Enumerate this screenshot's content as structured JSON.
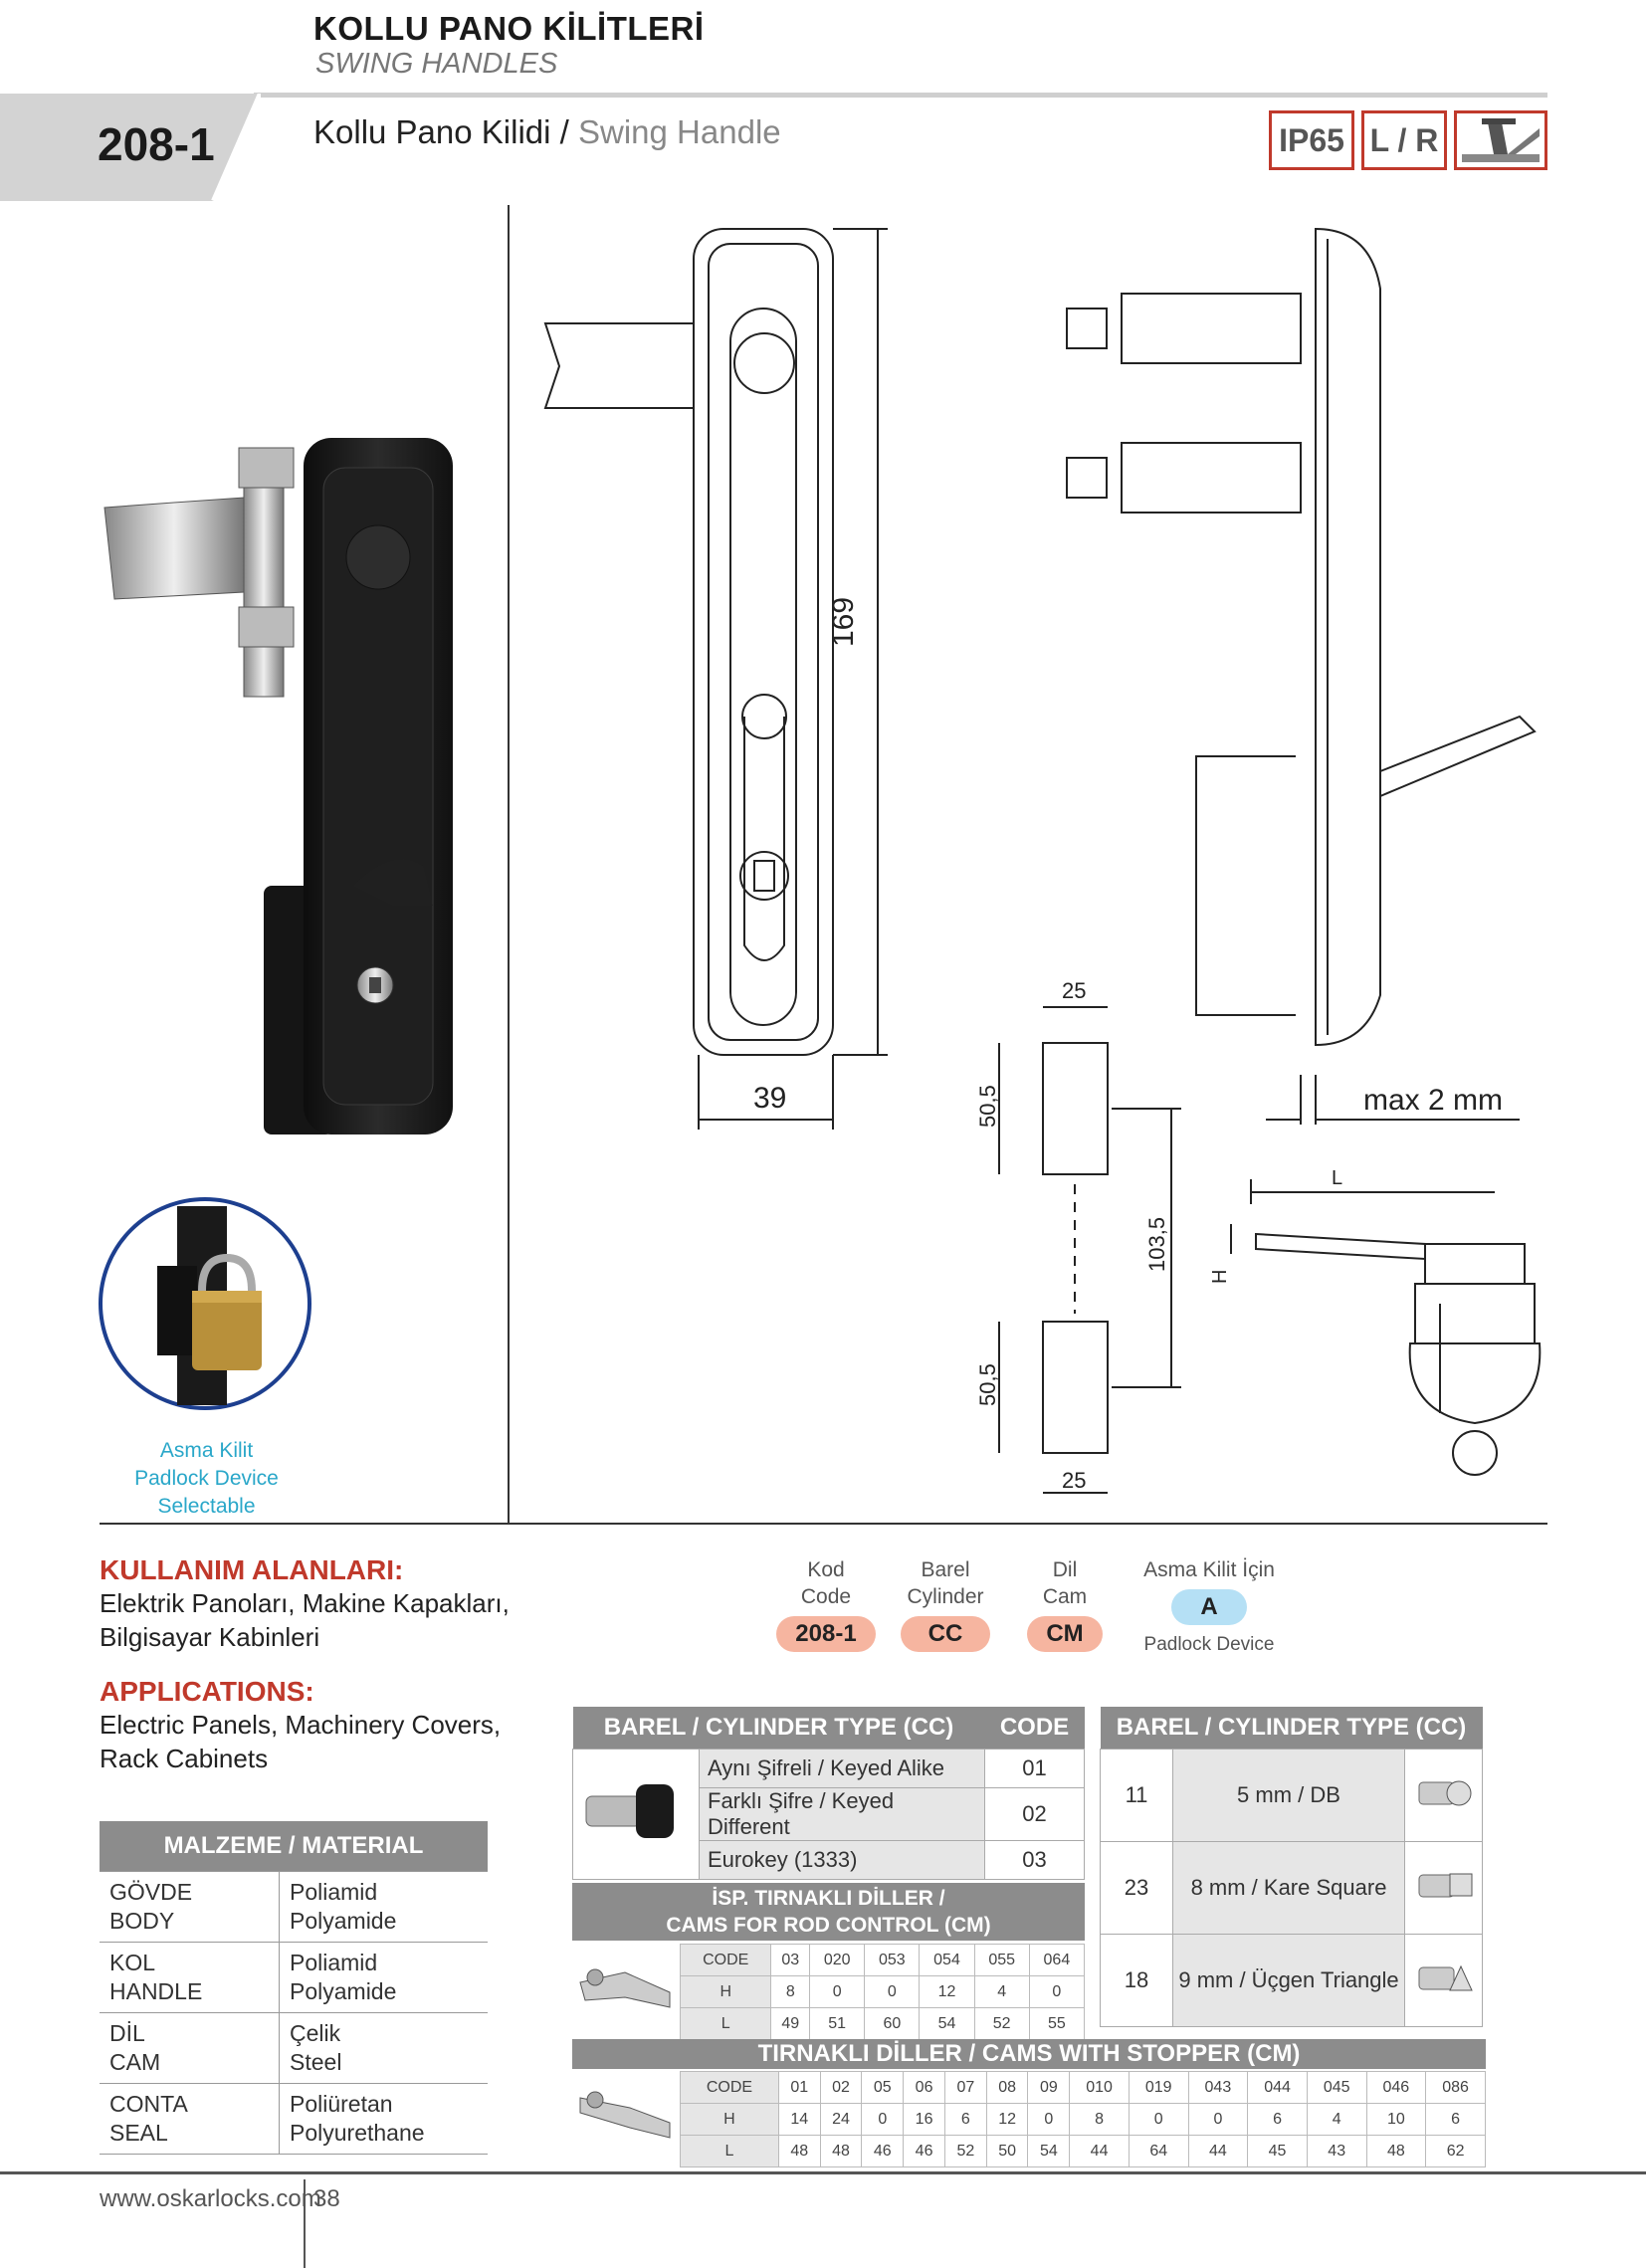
{
  "header": {
    "title_tr": "KOLLU PANO KİLİTLERİ",
    "title_en": "SWING HANDLES",
    "code": "208-1",
    "product_tr": "Kollu Pano Kilidi /",
    "product_en": "Swing Handle",
    "badges": [
      "IP65",
      "L / R"
    ]
  },
  "drawing": {
    "dims": [
      "169",
      "39",
      "25",
      "50,5",
      "103,5",
      "50,5",
      "25",
      "max 2 mm",
      "L",
      "H",
      "25"
    ]
  },
  "padlock_caption": [
    "Asma Kilit",
    "Padlock Device Selectable"
  ],
  "usage": {
    "title_tr": "KULLANIM ALANLARI:",
    "text_tr": [
      "Elektrik Panoları, Makine Kapakları,",
      "Bilgisayar Kabinleri"
    ],
    "title_en": "APPLICATIONS:",
    "text_en": [
      "Electric Panels, Machinery Covers,",
      "Rack Cabinets"
    ]
  },
  "material": {
    "header": "MALZEME / MATERIAL",
    "rows": [
      {
        "part": [
          "GÖVDE",
          "BODY"
        ],
        "mat": [
          "Poliamid",
          "Polyamide"
        ]
      },
      {
        "part": [
          "KOL",
          "HANDLE"
        ],
        "mat": [
          "Poliamid",
          "Polyamide"
        ]
      },
      {
        "part": [
          "DİL",
          "CAM"
        ],
        "mat": [
          "Çelik",
          "Steel"
        ]
      },
      {
        "part": [
          "CONTA",
          "SEAL"
        ],
        "mat": [
          "Poliüretan",
          "Polyurethane"
        ]
      }
    ]
  },
  "ordering": {
    "cols": [
      {
        "label": [
          "Kod",
          "Code"
        ],
        "value": "208-1",
        "color": "#f6b5a0"
      },
      {
        "label": [
          "Barel",
          "Cylinder"
        ],
        "value": "CC",
        "color": "#f6b5a0"
      },
      {
        "label": [
          "Dil",
          "Cam"
        ],
        "value": "CM",
        "color": "#f6b5a0"
      },
      {
        "label": [
          "",
          "Asma Kilit İçin"
        ],
        "value": "A",
        "color": "#b5e0f5"
      }
    ],
    "padlock_note": "Padlock Device"
  },
  "barrel_table": {
    "header": "BAREL / CYLINDER TYPE (CC)",
    "code_header": "CODE",
    "rows": [
      {
        "name": "Aynı Şifreli / Keyed Alike",
        "code": "01"
      },
      {
        "name": "Farklı Şifre / Keyed Different",
        "code": "02"
      },
      {
        "name": "Eurokey (1333)",
        "code": "03"
      }
    ]
  },
  "barrel_right": {
    "header": "BAREL / CYLINDER TYPE (CC)",
    "rows": [
      {
        "code": "11",
        "name": "5 mm / DB"
      },
      {
        "code": "23",
        "name": "8 mm / Kare Square"
      },
      {
        "code": "18",
        "name": "9 mm / Üçgen Triangle"
      }
    ]
  },
  "rod_cams": {
    "header": [
      "İSP. TIRNAKLI DİLLER /",
      "CAMS FOR ROD CONTROL (CM)"
    ],
    "rows": [
      [
        "CODE",
        "03",
        "020",
        "053",
        "054",
        "055",
        "064"
      ],
      [
        "H",
        "8",
        "0",
        "0",
        "12",
        "4",
        "0"
      ],
      [
        "L",
        "49",
        "51",
        "60",
        "54",
        "52",
        "55"
      ]
    ]
  },
  "stopper_cams": {
    "header": "TIRNAKLI DİLLER / CAMS WITH STOPPER (CM)",
    "rows": [
      [
        "CODE",
        "01",
        "02",
        "05",
        "06",
        "07",
        "08",
        "09",
        "010",
        "019",
        "043",
        "044",
        "045",
        "046",
        "086"
      ],
      [
        "H",
        "14",
        "24",
        "0",
        "16",
        "6",
        "12",
        "0",
        "8",
        "0",
        "0",
        "6",
        "4",
        "10",
        "6"
      ],
      [
        "L",
        "48",
        "48",
        "46",
        "46",
        "52",
        "50",
        "54",
        "44",
        "64",
        "44",
        "45",
        "43",
        "48",
        "62"
      ]
    ]
  },
  "footer": {
    "url": "www.oskarlocks.com",
    "page": "38"
  }
}
